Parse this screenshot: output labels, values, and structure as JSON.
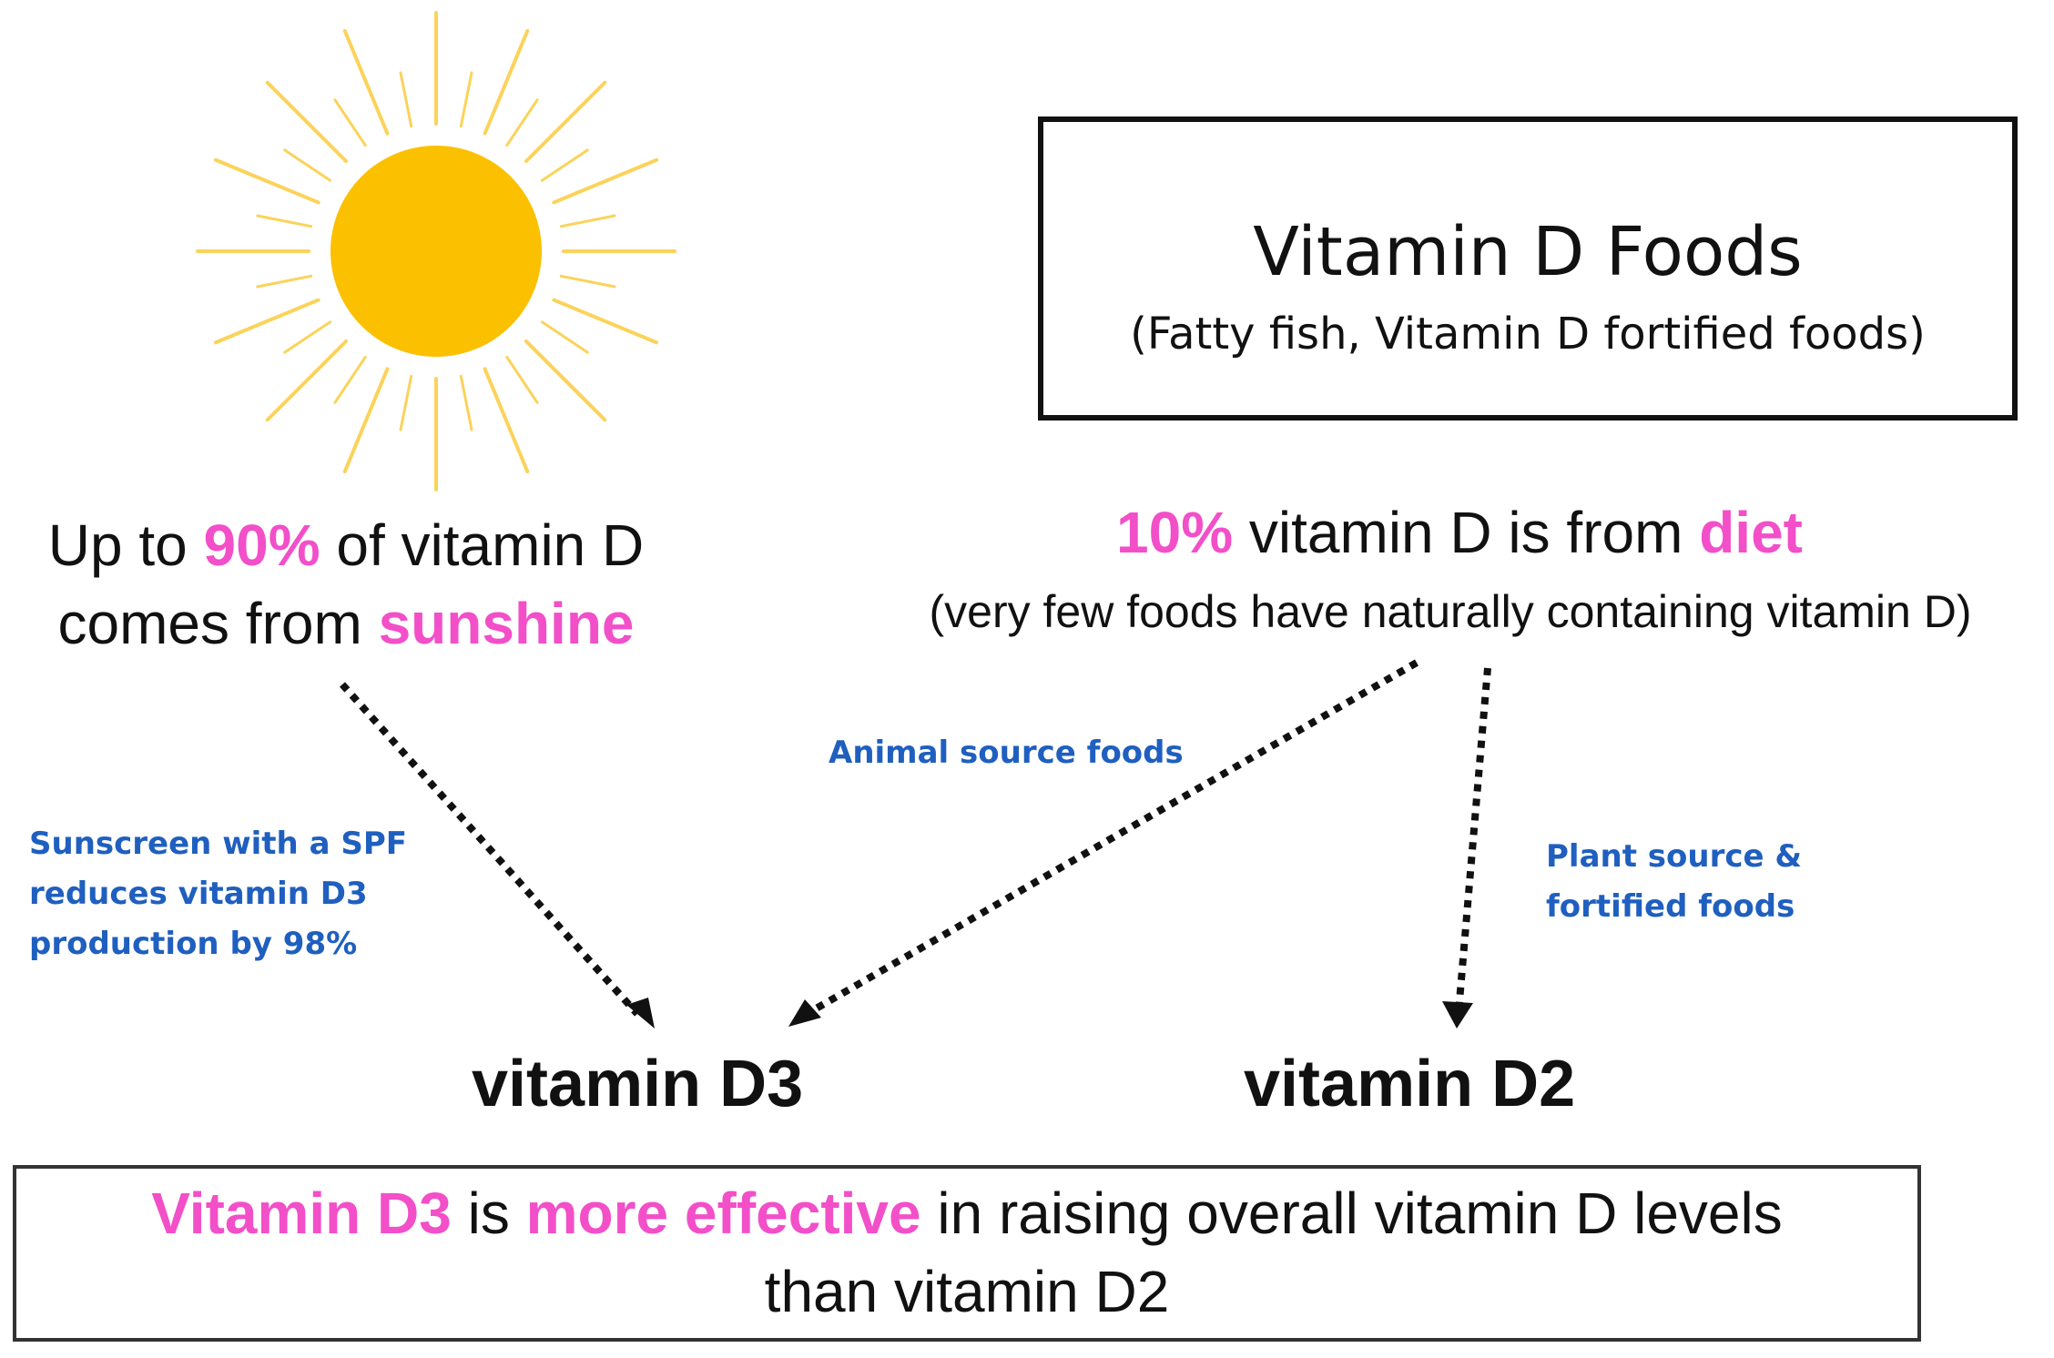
{
  "colors": {
    "highlight": "#f24fc9",
    "note": "#1f5fbf",
    "sun": "#fbc000",
    "rays": "#fbd35a"
  },
  "sun_icon": "sun-icon",
  "foods_box": {
    "title": "Vitamin D Foods",
    "subtitle": "(Fatty fish, Vitamin D fortified foods)"
  },
  "sunshine": {
    "prefix": "Up to ",
    "percent": "90%",
    "middle": " of vitamin D",
    "line2_prefix": "comes from ",
    "keyword": "sunshine"
  },
  "diet": {
    "percent": "10%",
    "middle": " vitamin D is from ",
    "keyword": "diet",
    "note": "(very few foods have naturally containing vitamin D)"
  },
  "notes": {
    "sunscreen": [
      "Sunscreen with a SPF",
      "reduces vitamin D3",
      "production by 98%"
    ],
    "animal": "Animal source foods",
    "plant": [
      "Plant source &",
      "fortified foods"
    ]
  },
  "outputs": {
    "d3": "vitamin D3",
    "d2": "vitamin D2"
  },
  "conclusion": {
    "subject": "Vitamin D3",
    "is": " is ",
    "emphasis": "more effective",
    "rest": " in raising overall vitamin D levels",
    "line2": "than vitamin D2"
  }
}
